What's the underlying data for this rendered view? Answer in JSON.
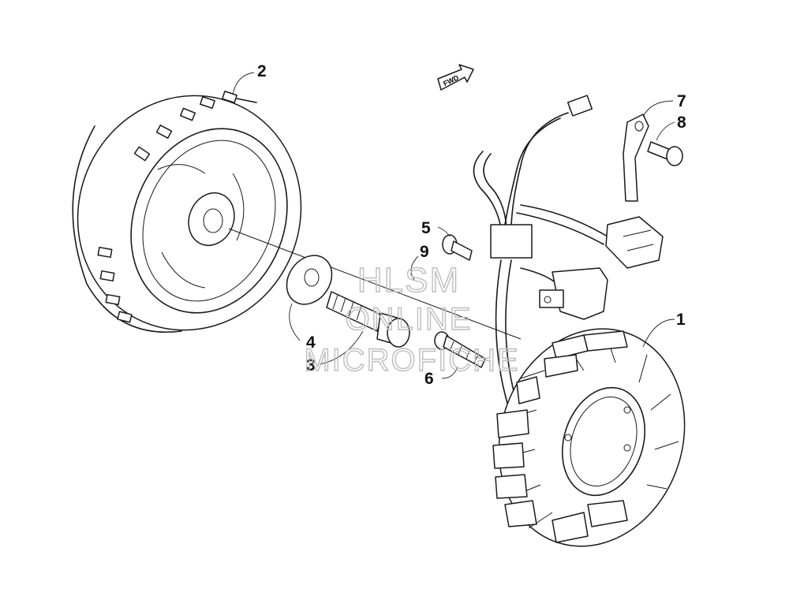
{
  "fwd_label": "FWD",
  "watermark": {
    "line1": "HLSM",
    "line2": "ONLINE",
    "line3": "MICROFICHE"
  },
  "callouts": {
    "stator": "1",
    "flywheel": "2",
    "flywheel_bolt": "3",
    "washer": "4",
    "screw_upper": "5",
    "stator_bolt": "6",
    "bracket": "7",
    "bracket_screw": "8",
    "clamp_screw": "9"
  }
}
